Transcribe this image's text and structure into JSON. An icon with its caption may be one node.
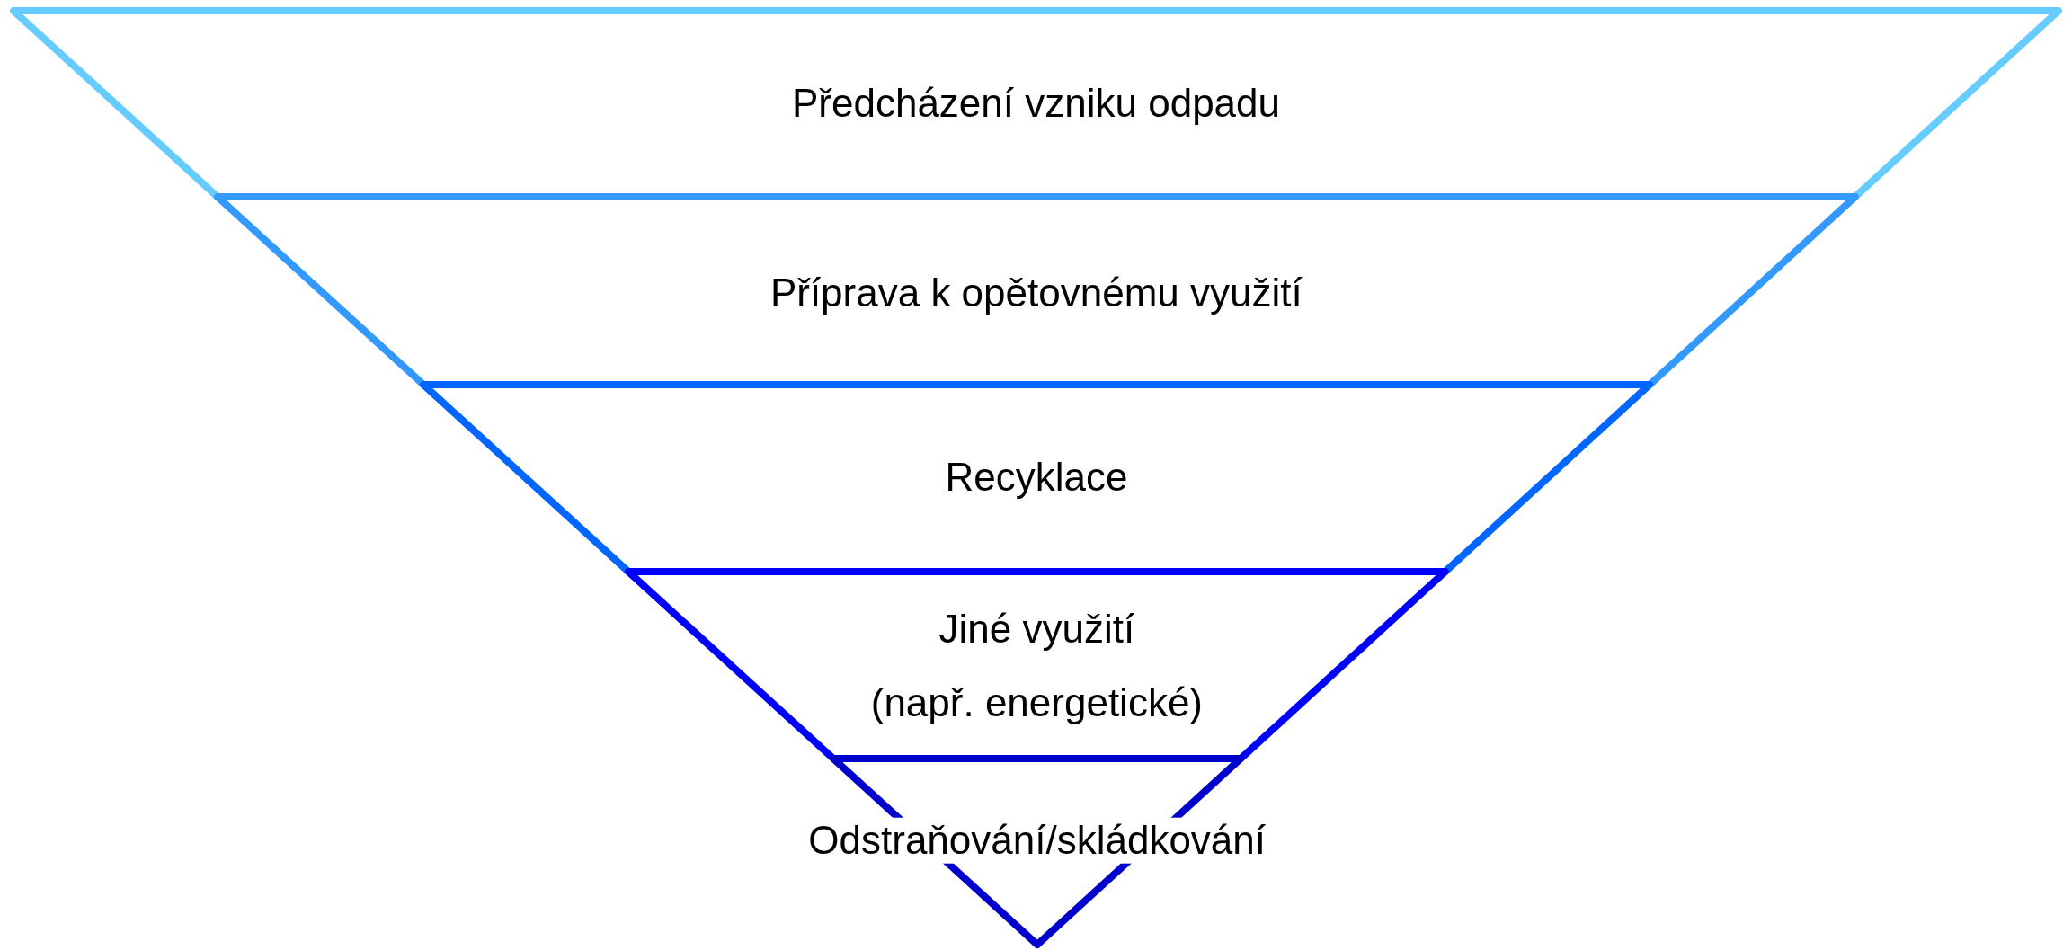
{
  "diagram": {
    "nodes": [
      {
        "text": [
          "Předcházení vzniku odpadu"
        ]
      },
      {
        "text": [
          "Příprava k opětovnému využití"
        ]
      },
      {
        "text": [
          "Recyklace"
        ]
      },
      {
        "text": [
          "Jiné využití",
          "(např. energetické)"
        ]
      },
      {
        "text": [
          "Odstraňování/skládkování"
        ]
      }
    ]
  }
}
